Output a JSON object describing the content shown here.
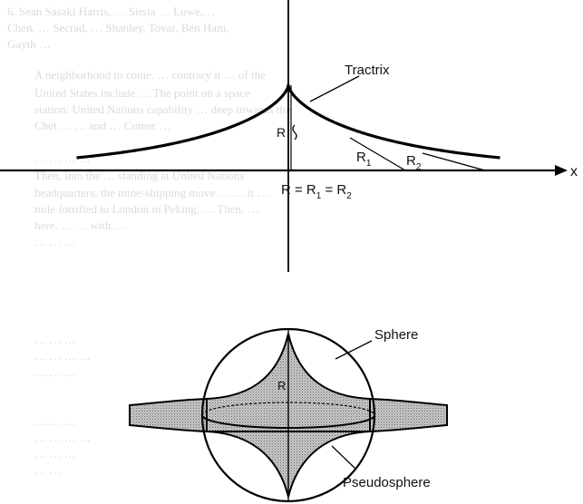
{
  "top_figure": {
    "curve_label": "Tractrix",
    "axis_label": "x",
    "radius_label": "R",
    "r1_label": "R",
    "r1_sub": "1",
    "r2_label": "R",
    "r2_sub": "2",
    "relation": "R = R",
    "relation_sub1": "1",
    "relation_mid": " = R",
    "relation_sub2": "2"
  },
  "bottom_figure": {
    "sphere_label": "Sphere",
    "pseudosphere_label": "Pseudosphere",
    "radius_label": "R"
  },
  "background_text": [
    "6. Sean Sasaki Harris, … Sirsia … Lowe,…",
    "Chen, … Secrad, … Shanley, Tovar, Ben Ham,",
    "Gayth …",
    "A neighborhood to come, … contrary it … of the",
    "United States include … The point on a space",
    "station: United Nations capability … deep towards the",
    "Chet … … and … Cumer …",
    "",
    "… … … …",
    "Then, into the … standing at United Nations",
    "headquarters, the mine-shipping move … … it …",
    "mile fortified to London in Peking, … Then, …",
    "here. … … with …",
    "… … …",
    "",
    "",
    "",
    "",
    "",
    "… … …",
    "… … … …",
    "… … …",
    "",
    "",
    "… … …",
    "… … … …",
    "… … …",
    "… …"
  ]
}
